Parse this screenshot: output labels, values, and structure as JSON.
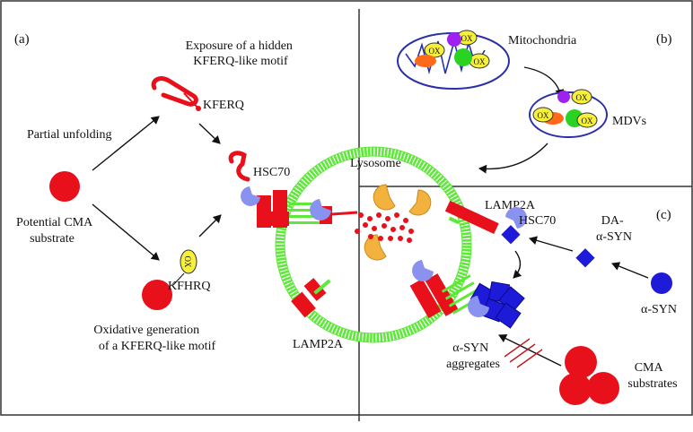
{
  "panels": {
    "a": "(a)",
    "b": "(b)",
    "c": "(c)"
  },
  "labels": {
    "exposure_line1": "Exposure of a hidden",
    "exposure_line2": "KFERQ-like motif",
    "kferq": "KFERQ",
    "partial_unfolding": "Partial unfolding",
    "potential_line1": "Potential CMA",
    "potential_line2": "substrate",
    "hsc70_left": "HSC70",
    "kfhrq": "KFHRQ",
    "ox": "OX",
    "oxidative_line1": "Oxidative generation",
    "oxidative_line2": "of a KFERQ-like motif",
    "lamp2a_bottom": "LAMP2A",
    "lysosome": "Lysosome",
    "mitochondria": "Mitochondria",
    "mdvs": "MDVs",
    "lamp2a_right": "LAMP2A",
    "hsc70_right": "HSC70",
    "da_line1": "DA-",
    "da_line2": "α-SYN",
    "asyn": "α-SYN",
    "agg_line1": "α-SYN",
    "agg_line2": "aggregates",
    "cma_line1": "CMA",
    "cma_line2": "substrates"
  },
  "colors": {
    "substrate_red": "#e8101b",
    "lysosome_green": "#5ee83a",
    "hsc70_blue": "#8a92f0",
    "asyn_blue": "#1d1ad8",
    "enzyme_orange": "#f3b13d",
    "ox_yellow": "#f6f03a",
    "mito_outline": "#2a2fa8",
    "divider": "#333333"
  },
  "icons": [
    "ox-marker-icon",
    "hsc70-chaperone-icon",
    "lamp2a-receptor-icon",
    "lysosomal-enzyme-icon",
    "alpha-synuclein-icon"
  ]
}
